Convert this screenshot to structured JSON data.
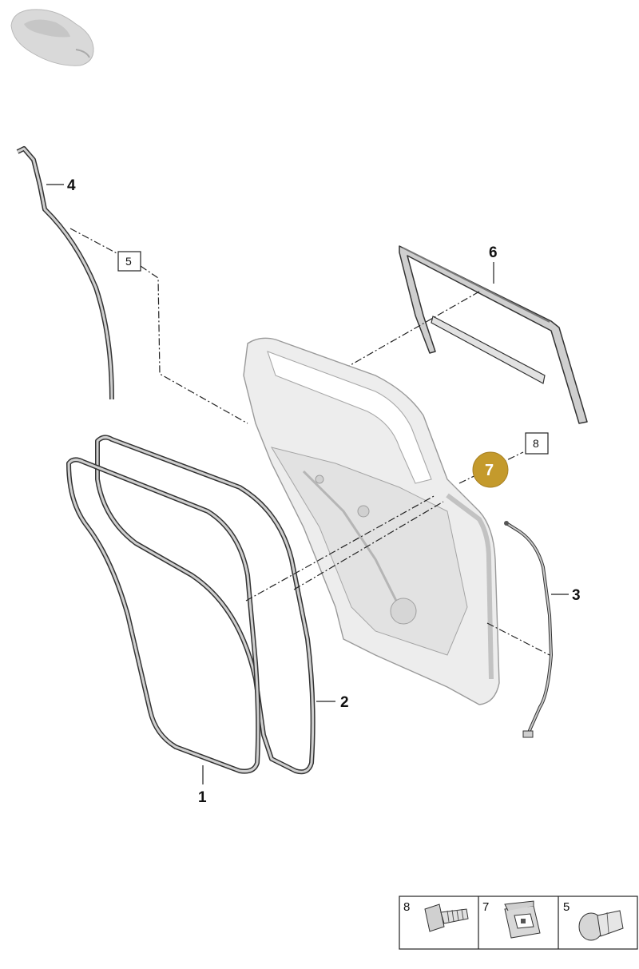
{
  "callouts": {
    "c1": "1",
    "c2": "2",
    "c3": "3",
    "c4": "4",
    "c6": "6",
    "c7": "7"
  },
  "boxed_callouts": {
    "b5": "5",
    "b8": "8"
  },
  "legend": {
    "items": [
      {
        "number": "8",
        "icon": "screw-icon"
      },
      {
        "number": "7",
        "icon": "clip-icon"
      },
      {
        "number": "5",
        "icon": "plug-icon"
      }
    ]
  },
  "colors": {
    "highlight_badge": "#c49a2c",
    "line": "#222222",
    "part_fill": "#e9e9e9",
    "part_shadow": "#bdbdbd"
  }
}
